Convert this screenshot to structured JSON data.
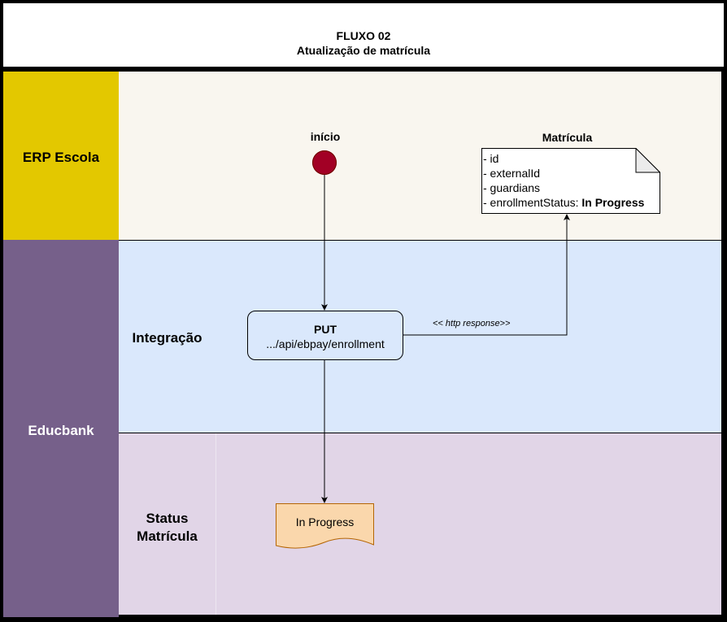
{
  "title": {
    "line1": "FLUXO 02",
    "line2": "Atualização de matrícula"
  },
  "lanes": {
    "erp": {
      "label": "ERP Escola",
      "color": "#e3c800"
    },
    "educbank": {
      "label": "Educbank",
      "color": "#76608a",
      "sublanes": [
        {
          "label": "Integração",
          "color": "#dae8fc"
        },
        {
          "label_line1": "Status",
          "label_line2": "Matrícula",
          "color": "#e1d5e7"
        }
      ]
    }
  },
  "nodes": {
    "start": {
      "label": "início",
      "color": "#a20025"
    },
    "note": {
      "title": "Matrícula",
      "fields": [
        "- id",
        "- externalId",
        "- guardians"
      ],
      "status_field_prefix": "- enrollmentStatus: ",
      "status_field_value": "In Progress"
    },
    "request": {
      "method": "PUT",
      "path": ".../api/ebpay/enrollment"
    },
    "status_doc": {
      "label": "In Progress",
      "color": "#fad7ac"
    }
  },
  "edges": {
    "response_label": "<< http response>>"
  }
}
